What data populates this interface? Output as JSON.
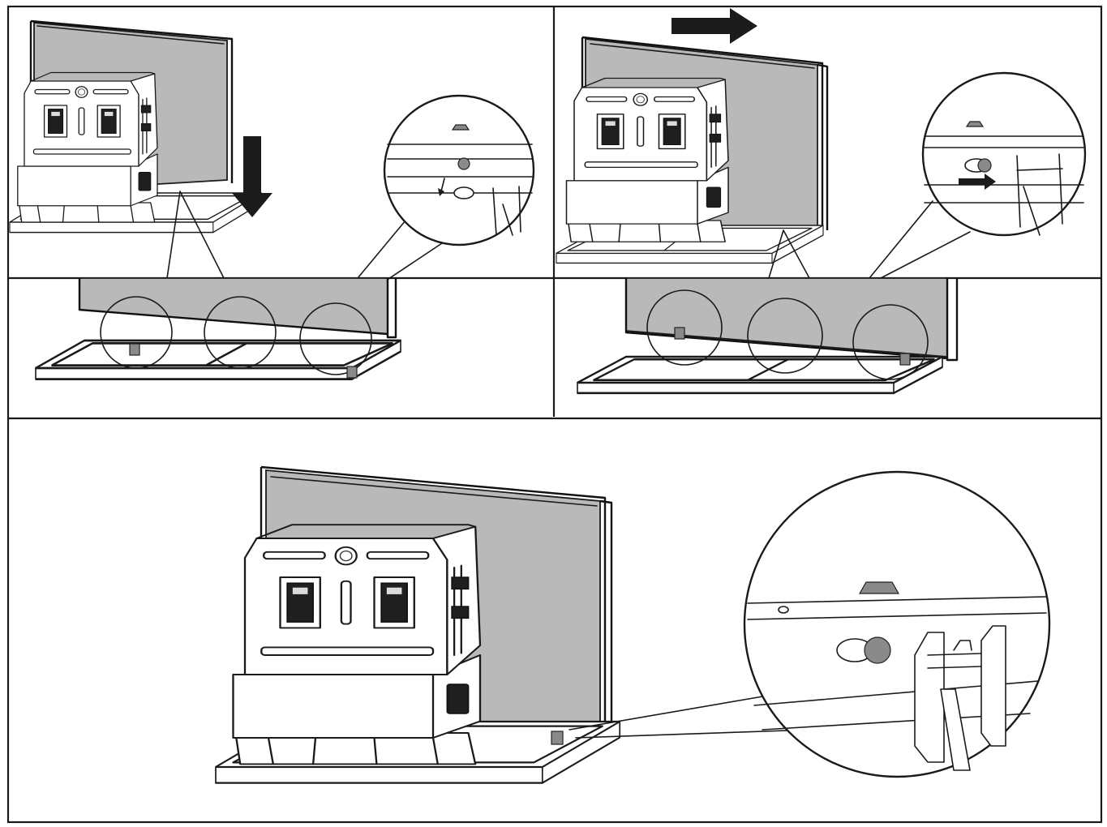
{
  "figure": {
    "panels": [
      {
        "id": "step-1",
        "action": "lower",
        "arrow_direction": "down"
      },
      {
        "id": "step-2",
        "action": "slide",
        "arrow_direction": "right"
      },
      {
        "id": "step-3",
        "action": "locked"
      }
    ],
    "icons": [
      "down-arrow-icon",
      "right-arrow-icon",
      "magnifier-circle-icon"
    ]
  },
  "colors": {
    "wall_panel": "#b9b9b9",
    "arrow": "#1b1b1b",
    "outline": "#1a1a1a",
    "background": "#ffffff"
  }
}
